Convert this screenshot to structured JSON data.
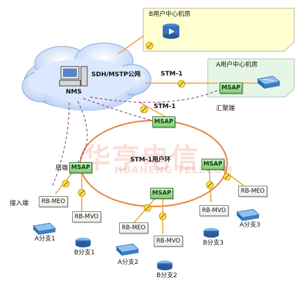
{
  "watermark": {
    "chinese": "华亨电信",
    "latin": "HUAHENG TELECOM"
  },
  "rooms": {
    "b_center": "B用户中心机房",
    "a_center": "A用户中心机房"
  },
  "cloud": {
    "title": "SDH/MSTP公网",
    "nms": "NMS"
  },
  "links": {
    "stm1_top": "STM-1",
    "stm1_mid": "STM-1",
    "ring": "STM-1用户环"
  },
  "nodes": {
    "msap_a": "MSAP",
    "msap_top": "MSAP",
    "msap_left": "MSAP",
    "msap_right": "MSAP",
    "msap_bottom": "MSAP"
  },
  "labels": {
    "aggregation": "汇聚端",
    "local": "局端",
    "access": "接入端"
  },
  "remotes": {
    "rb_meo_1": "RB-MEO",
    "rb_mvo_1": "RB-MVO",
    "rb_meo_2": "RB-MEO",
    "rb_mvo_2": "RB-MVO",
    "rb_mvo_3": "RB-MVO",
    "rb_meo_3": "RB-MEO"
  },
  "branches": {
    "a1": "A分支1",
    "b1": "B分支1",
    "a2": "A分支2",
    "b2": "B分支2",
    "b3": "B分支3",
    "a3": "A分支3"
  },
  "colors": {
    "room_fill": "#ffffd2",
    "room_green": "#e6f6e6",
    "cloud": "#cfe1ff",
    "ring": "#e8833a",
    "link": "#f0a030",
    "dashed": "#8a2a8a",
    "msap": "#7fcf73",
    "switch": "#3a7ec6"
  }
}
